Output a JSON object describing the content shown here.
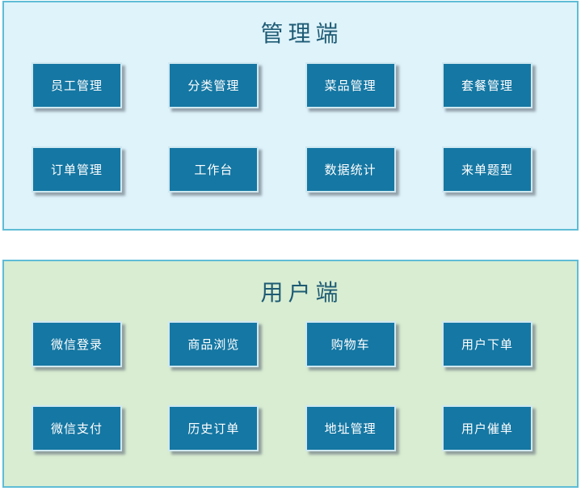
{
  "diagram": {
    "panels": [
      {
        "id": "admin",
        "title": "管理端",
        "bg": "#dff3fb",
        "border": "#5fbcd6",
        "boxes": [
          [
            "员工管理",
            "分类管理",
            "菜品管理",
            "套餐管理"
          ],
          [
            "订单管理",
            "工作台",
            "数据统计",
            "来单题型"
          ]
        ]
      },
      {
        "id": "user",
        "title": "用户端",
        "bg": "#d9edd2",
        "border": "#5fbcd6",
        "boxes": [
          [
            "微信登录",
            "商品浏览",
            "购物车",
            "用户下单"
          ],
          [
            "微信支付",
            "历史订单",
            "地址管理",
            "用户催单"
          ]
        ]
      }
    ],
    "colors": {
      "box_fill": "#1577a3",
      "box_border": "#cfe8f1",
      "box_text": "#ffffff",
      "title_color": "#1e5b74",
      "panel_border": "#5fbcd6",
      "shadow": "rgba(96,108,118,0.6)",
      "page_bg": "#ffffff"
    }
  }
}
